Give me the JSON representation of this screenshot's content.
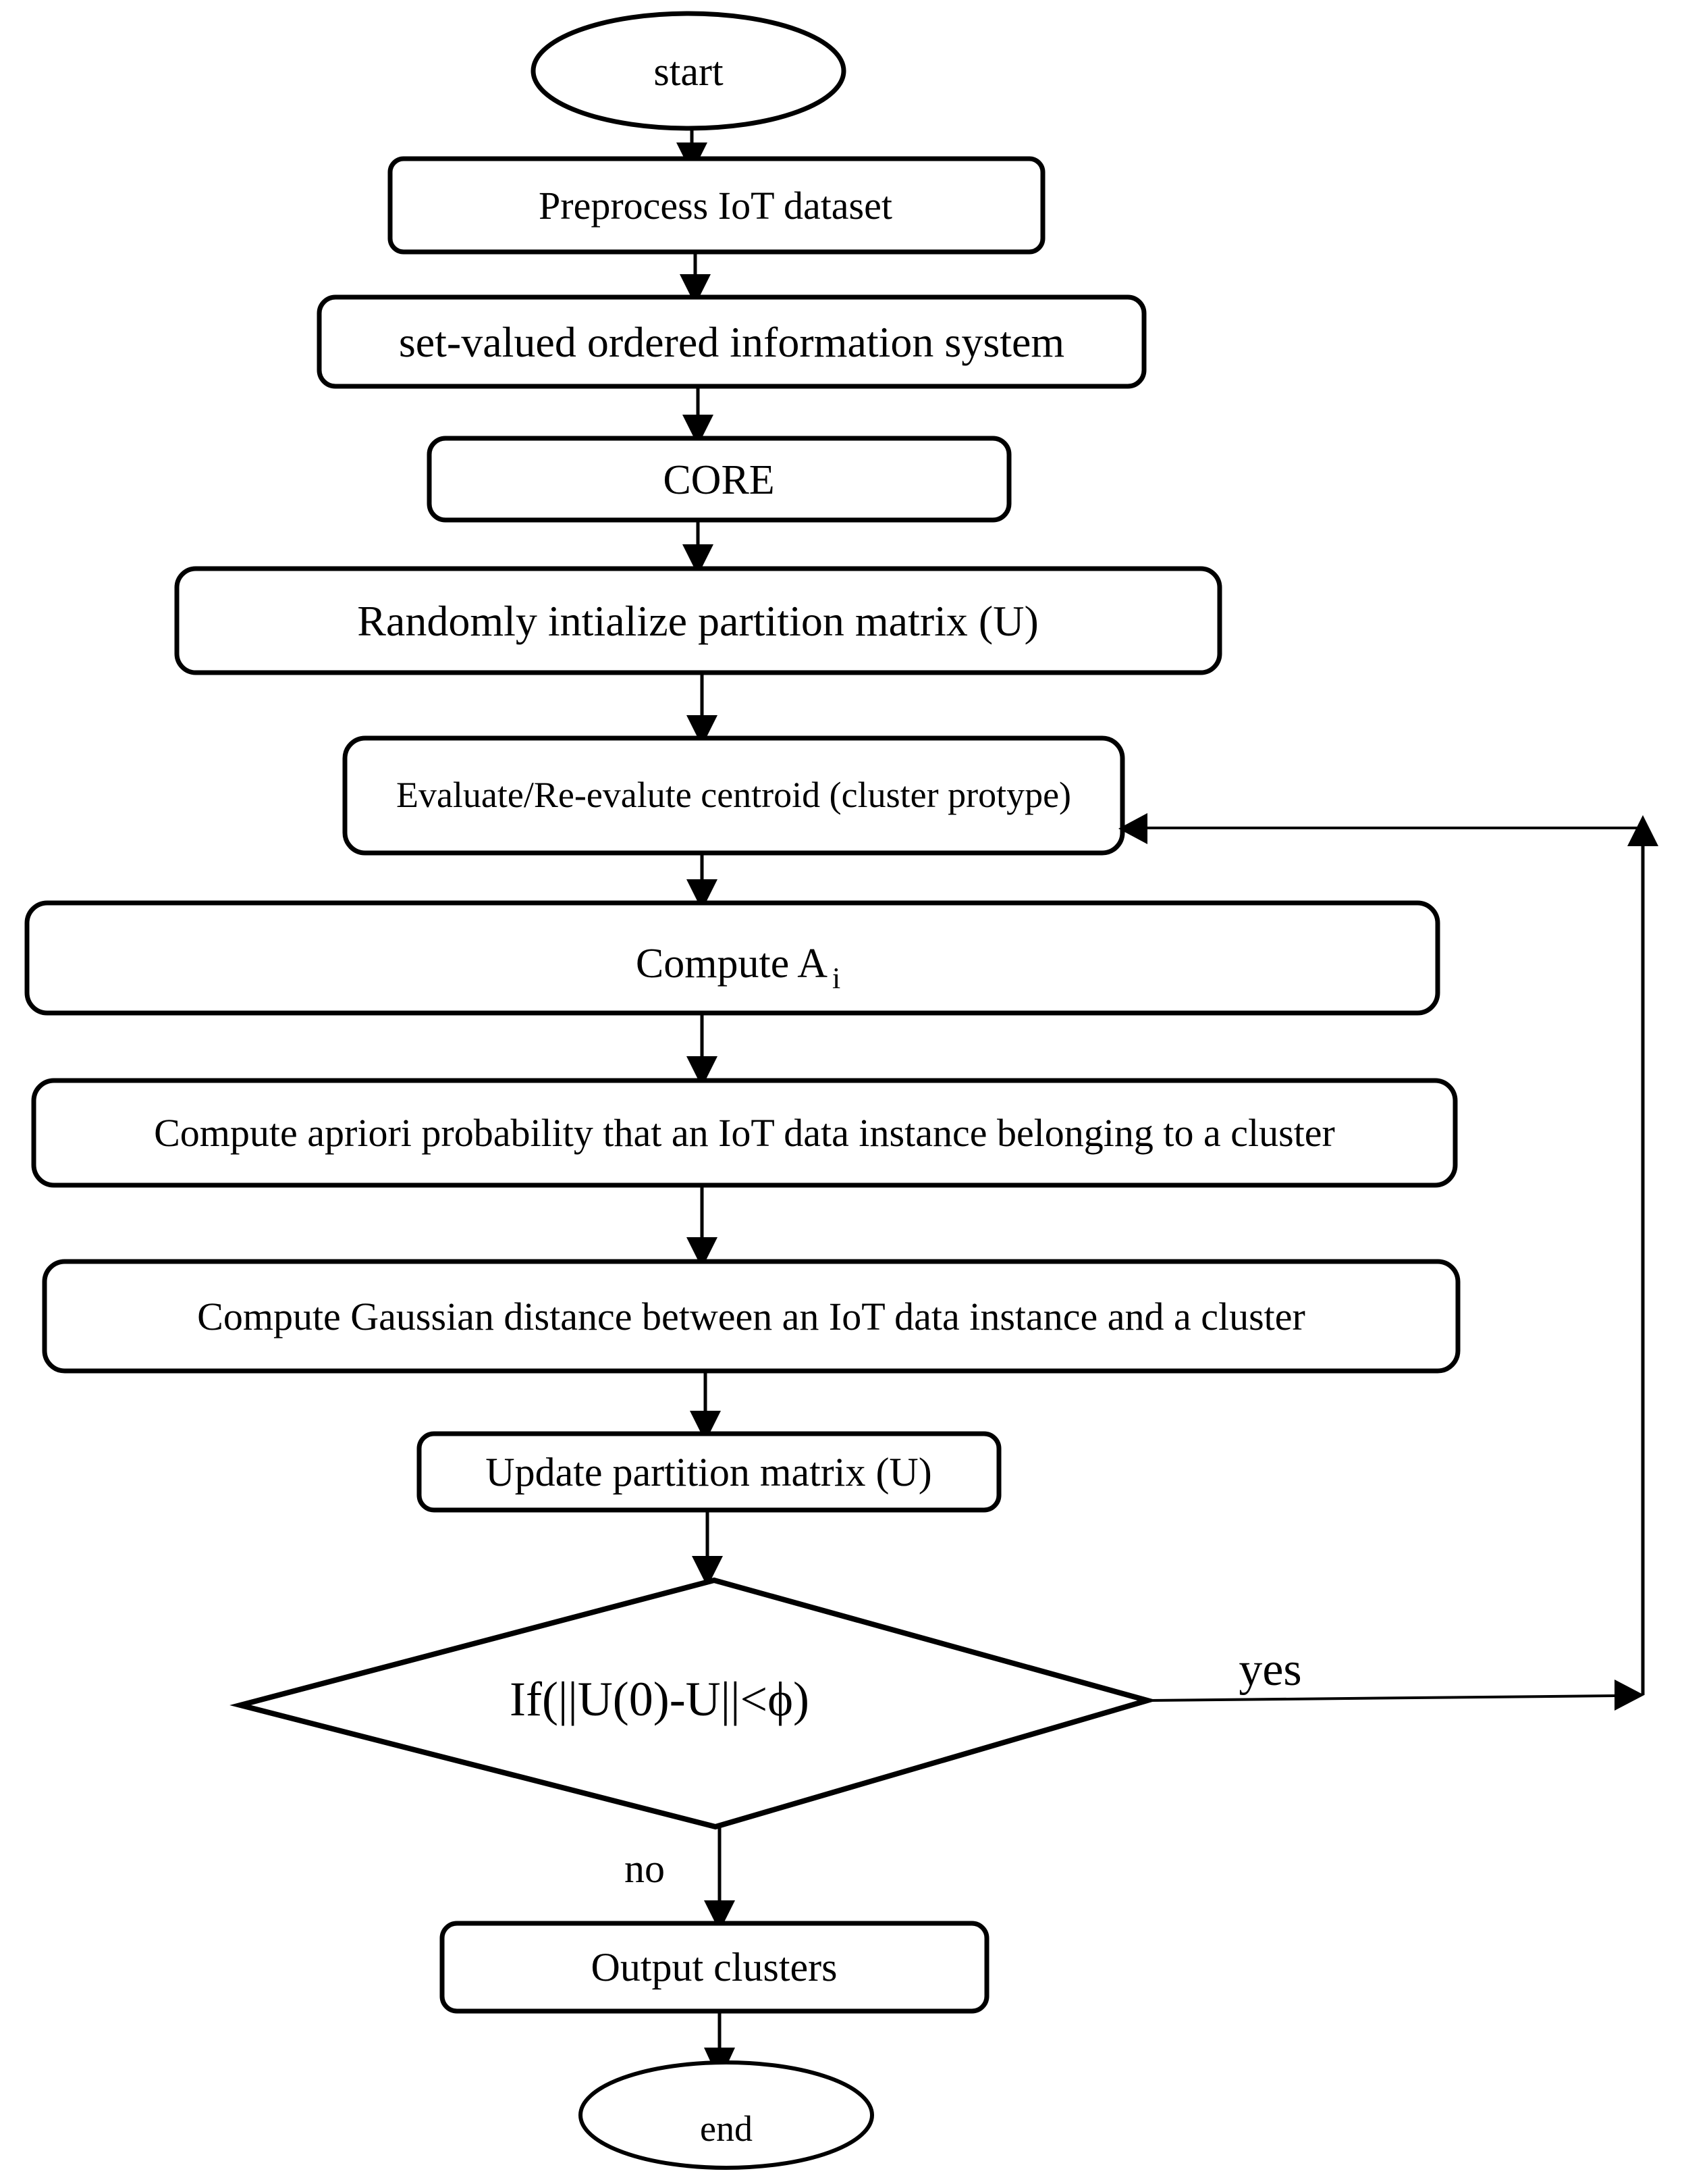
{
  "flowchart": {
    "nodes": {
      "start": "start",
      "preprocess": "Preprocess IoT dataset",
      "svois": "set-valued ordered information system",
      "core": "CORE",
      "init_matrix": "Randomly intialize partition matrix (U)",
      "evaluate_centroid": "Evaluate/Re-evalute centroid (cluster protype)",
      "compute_a_main": "Compute A",
      "compute_a_sub": "i",
      "apriori": "Compute apriori probability that an IoT data instance belonging to a cluster",
      "gaussian": "Compute Gaussian distance between an IoT data instance and a cluster",
      "update_matrix": "Update partition matrix (U)",
      "decision": "If(||U(0)-U||<ϕ)",
      "output": "Output clusters",
      "end": "end"
    },
    "edge_labels": {
      "yes": "yes",
      "no": "no"
    },
    "colors": {
      "stroke": "#000000",
      "background": "#ffffff"
    }
  }
}
